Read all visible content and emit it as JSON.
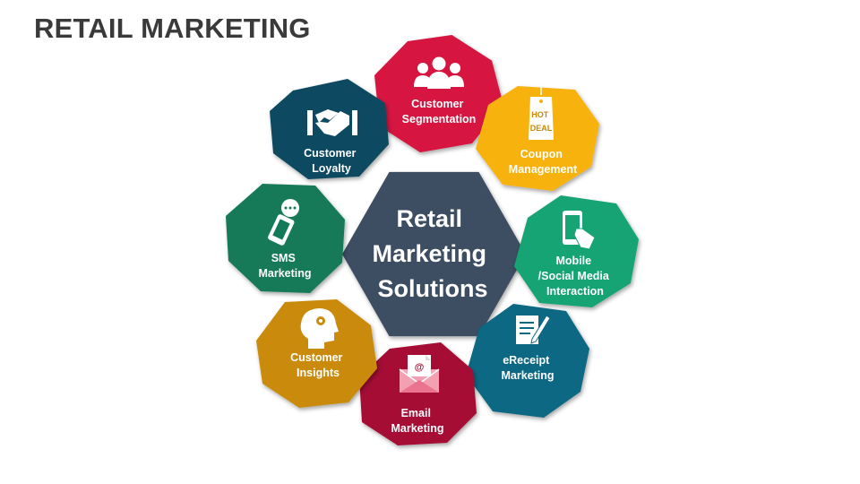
{
  "title": "RETAIL MARKETING",
  "center": {
    "lines": [
      "Retail",
      "Marketing",
      "Solutions"
    ],
    "color": "#3c4d62"
  },
  "nodes": [
    {
      "id": "customer-segmentation",
      "lines": [
        "Customer",
        "Segmentation"
      ],
      "color": "#d6163f",
      "icon": "people-group-icon"
    },
    {
      "id": "coupon-management",
      "lines": [
        "Coupon",
        "Management"
      ],
      "color": "#f8b20e",
      "icon": "hot-deal-tag-icon",
      "tag_lines": [
        "HOT",
        "DEAL"
      ]
    },
    {
      "id": "mobile-social",
      "lines": [
        "Mobile",
        "/Social Media",
        "Interaction"
      ],
      "color": "#17a474",
      "icon": "smartphone-touch-icon"
    },
    {
      "id": "ereceipt-marketing",
      "lines": [
        "eReceipt",
        "Marketing"
      ],
      "color": "#0e6784",
      "icon": "document-pen-icon"
    },
    {
      "id": "email-marketing",
      "lines": [
        "Email",
        "Marketing"
      ],
      "color": "#a50f35",
      "icon": "email-envelope-icon",
      "icon_text": "@"
    },
    {
      "id": "customer-insights",
      "lines": [
        "Customer",
        "Insights"
      ],
      "color": "#ca8b07",
      "icon": "head-gear-icon"
    },
    {
      "id": "sms-marketing",
      "lines": [
        "SMS",
        "Marketing"
      ],
      "color": "#127a58",
      "icon": "phone-chat-icon"
    },
    {
      "id": "customer-loyalty",
      "lines": [
        "Customer",
        "Loyalty"
      ],
      "color": "#0e4a60",
      "icon": "handshake-icon"
    }
  ]
}
